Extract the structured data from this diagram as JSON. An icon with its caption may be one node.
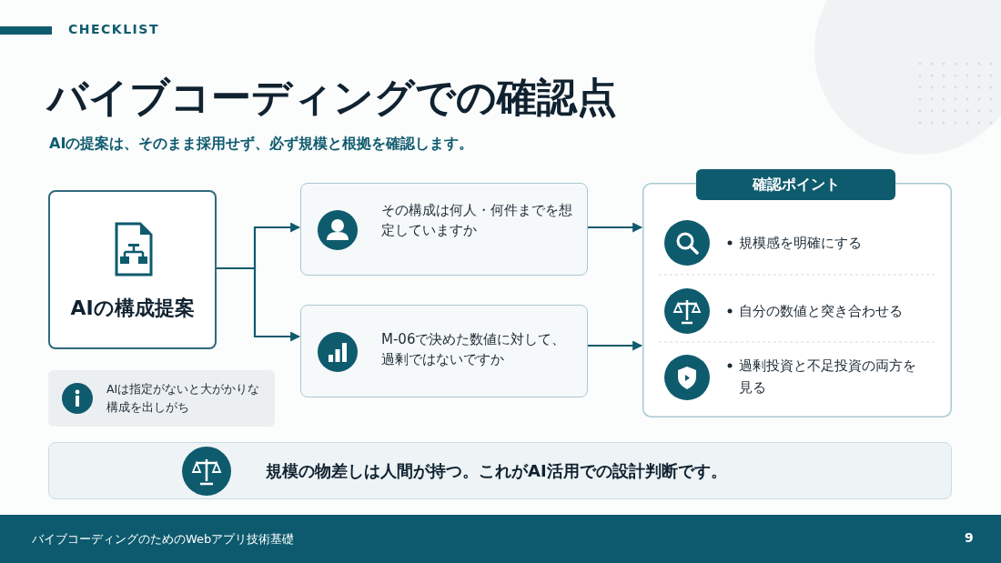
{
  "diagram": {
    "title": "バイブコーディングでの確認点",
    "nodes": [
      {
        "text": [
          "AIの構成提案"
        ]
      },
      {
        "text": [
          "その構成は何人・何件までを想定していますか"
        ]
      },
      {
        "text": [
          "M-06で決めた数値に対して、過剰ではないですか"
        ]
      },
      {
        "text": [
          "確認ポイント"
        ]
      },
      {
        "text": [
          "規模感を明確にする"
        ],
        "in": 3
      },
      {
        "text": [
          "自分の数値と突き合わせる"
        ],
        "in": 3
      },
      {
        "text": [
          "過剰投資と不足投資の両方を見る"
        ],
        "in": 3
      },
      {
        "text": [
          "AIは指定がないと大がかりな構成を出しがち"
        ]
      },
      {
        "text": [
          "規模の物差しは人間が持つ。これがAI活用での設計判断です。"
        ]
      }
    ],
    "edges": [
      {
        "from": 0,
        "to": 1,
        "arrow": "to"
      },
      {
        "from": 0,
        "to": 2,
        "arrow": "to"
      },
      {
        "from": 1,
        "to": 3,
        "arrow": "to"
      },
      {
        "from": 2,
        "to": 3,
        "arrow": "to"
      }
    ],
    "labels": [
      "CHECKLIST",
      "AIの提案は、そのまま採用せず、必ず規模と根拠を確認します。",
      "バイブコーディングのためのWebアプリ技術基礎",
      "9"
    ]
  }
}
